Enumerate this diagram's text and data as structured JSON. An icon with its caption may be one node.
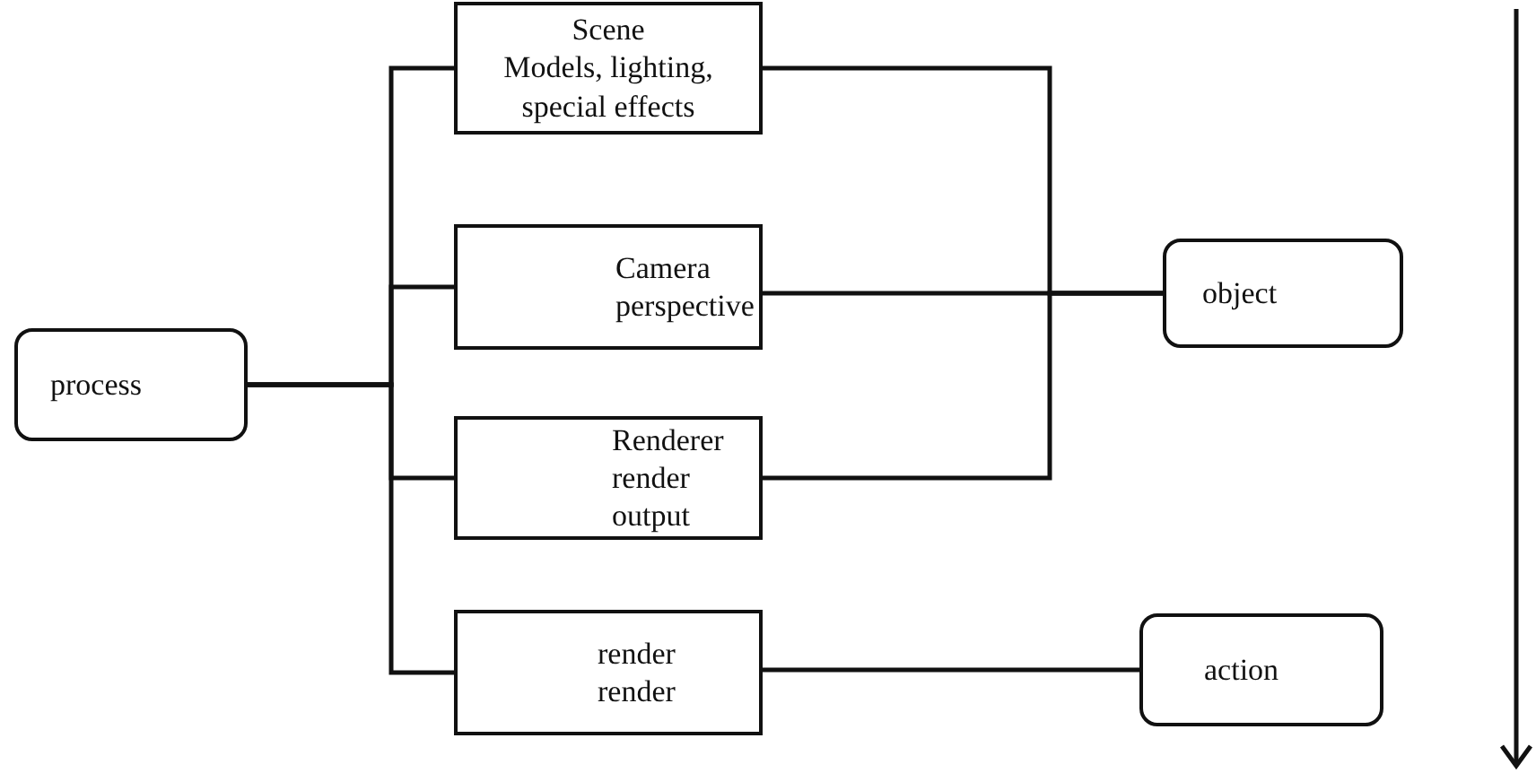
{
  "diagram": {
    "nodes": [
      {
        "text": [
          "process"
        ]
      },
      {
        "text": [
          "Scene",
          "Models, lighting, special effects"
        ]
      },
      {
        "text": [
          "Camera",
          "perspective"
        ]
      },
      {
        "text": [
          "Renderer",
          "render output"
        ]
      },
      {
        "text": [
          "render",
          "render"
        ]
      },
      {
        "text": [
          "object"
        ]
      },
      {
        "text": [
          "action"
        ]
      }
    ],
    "edges": [
      {
        "from": 0,
        "to": 1,
        "arrow": "none"
      },
      {
        "from": 0,
        "to": 2,
        "arrow": "none"
      },
      {
        "from": 0,
        "to": 3,
        "arrow": "none"
      },
      {
        "from": 0,
        "to": 4,
        "arrow": "none"
      },
      {
        "from": 1,
        "to": 5,
        "arrow": "none"
      },
      {
        "from": 2,
        "to": 5,
        "arrow": "none"
      },
      {
        "from": 3,
        "to": 5,
        "arrow": "none"
      },
      {
        "from": 4,
        "to": 6,
        "arrow": "none"
      }
    ]
  }
}
